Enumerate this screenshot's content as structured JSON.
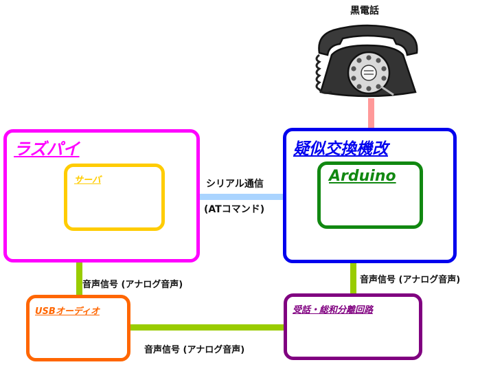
{
  "phone": {
    "label": "黒電話"
  },
  "boxes": {
    "raspi": {
      "title": "ラズパイ",
      "color": "#ff00ff"
    },
    "server": {
      "title": "サーバ",
      "color": "#ffcc00"
    },
    "exchange": {
      "title": "疑似交換機改",
      "color": "#0000ee"
    },
    "arduino": {
      "title": "Arduino",
      "color": "#118811"
    },
    "usb_audio": {
      "title": "USBオーディオ",
      "color": "#ff6600"
    },
    "separator": {
      "title": "受話・総和分離回路",
      "color": "#800080"
    }
  },
  "connections": {
    "serial": {
      "line1": "シリアル通信",
      "line2": "(ATコマンド)",
      "color": "#aad4ff"
    },
    "audio_left": {
      "label": "音声信号 (アナログ音声)",
      "color": "#99cc00"
    },
    "audio_right": {
      "label": "音声信号 (アナログ音声)",
      "color": "#99cc00"
    },
    "audio_bottom": {
      "label": "音声信号 (アナログ音声)",
      "color": "#99cc00"
    },
    "phone_line": {
      "color": "#ff9999"
    }
  }
}
